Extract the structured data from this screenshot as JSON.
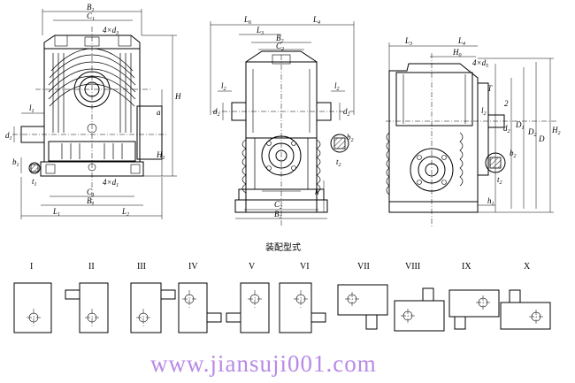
{
  "caption": "装配型式",
  "watermark": "www.jiansuji001.com",
  "mount_types": [
    "I",
    "II",
    "III",
    "IV",
    "V",
    "VI",
    "VII",
    "VIII",
    "IX",
    "X"
  ],
  "front_view": {
    "dims": {
      "B1": "B",
      "B1s": "1",
      "C1": "C",
      "C1s": "1",
      "bolt_top": "4×d",
      "bolt_top_s": "3",
      "bolt_bot": "4×d",
      "bolt_bot_s": "1",
      "H": "H",
      "a": "a",
      "H1": "H",
      "H1s": "1",
      "l1": "l",
      "l1s": "1",
      "d1": "d",
      "d1s": "1",
      "b1": "b",
      "b1s": "1",
      "t1": "t",
      "t1s": "1",
      "C1b": "C",
      "C1bs": "1",
      "B1b": "B",
      "B1bs": "1",
      "L1": "L",
      "L1s": "1",
      "L2": "L",
      "L2s": "2"
    }
  },
  "side_view": {
    "dims": {
      "L6": "L",
      "L6s": "6",
      "L4": "L",
      "L4s": "4",
      "L3": "L",
      "L3s": "3",
      "B2": "B",
      "B2s": "2",
      "C2": "C",
      "C2s": "2",
      "l2": "l",
      "l2s": "2",
      "l2b": "l",
      "l2bs": "2",
      "d2": "d",
      "d2s": "2",
      "d2b": "d",
      "d2bs": "2",
      "b2": "b",
      "b2s": "2",
      "t2": "t",
      "t2s": "2",
      "h": "h",
      "C2b": "C",
      "C2bs": "2",
      "B2b": "B",
      "B2bs": "2"
    }
  },
  "right_view": {
    "dims": {
      "L3": "L",
      "L3s": "3",
      "L4": "L",
      "L4s": "4",
      "H0": "H",
      "H0s": "0",
      "d5": "4×d",
      "d5s": "5",
      "T": "T",
      "two": "2",
      "l2": "l",
      "l2s": "2",
      "d2": "d",
      "d2s": "2",
      "D1": "D",
      "D1s": "1",
      "D2": "D",
      "D2s": "2",
      "D": "D",
      "H2": "H",
      "H2s": "2",
      "b2": "b",
      "b2s": "2",
      "t2": "t",
      "t2s": "2",
      "h1": "h",
      "h1s": "1"
    }
  }
}
